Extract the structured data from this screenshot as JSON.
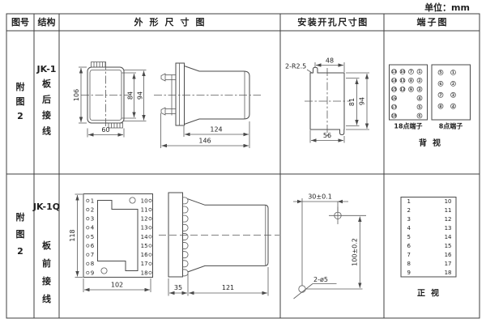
{
  "unit_label": "单位：mm",
  "header": {
    "col_fig": "图号",
    "col_structure": "结构",
    "col_outline": "外形尺寸图",
    "col_mounting": "安装开孔尺寸图",
    "col_terminal": "端子图"
  },
  "rows": [
    {
      "fig_no": "附图2",
      "model": "JK-1",
      "wiring": "板后接线",
      "outline": {
        "dim_height": "106",
        "dim_inner_height": "84",
        "dim_outer_height": "94",
        "dim_width": "60",
        "dim_body_length": "124",
        "dim_total_length": "146"
      },
      "mounting": {
        "slot_label": "2-R2.5",
        "dim_top": "48",
        "dim_inner": "81",
        "dim_outer": "94",
        "dim_bottom": "56"
      },
      "terminal": {
        "label_18": "18点端子",
        "label_8": "8点端子",
        "view_label": "背视",
        "t18_columns": [
          [
            "13",
            "14",
            "15",
            "16",
            "17",
            "18"
          ],
          [
            "10",
            "11",
            "12"
          ],
          [
            "7",
            "8",
            "9"
          ],
          [
            "1",
            "2",
            "3",
            "4",
            "5",
            "6"
          ]
        ],
        "t8_columns": [
          [
            "5",
            "6",
            "7",
            "8"
          ],
          [
            "1",
            "2",
            "3",
            "4"
          ]
        ]
      }
    },
    {
      "fig_no": "附图2",
      "model": "JK-1Q",
      "wiring": "板前接线",
      "outline": {
        "dim_height": "118",
        "dim_width": "102",
        "dim_flange": "35",
        "dim_body": "121",
        "left_terminals": [
          "1",
          "2",
          "3",
          "4",
          "5",
          "6",
          "7",
          "8",
          "9"
        ],
        "right_terminals": [
          "10",
          "11",
          "12",
          "13",
          "14",
          "15",
          "16",
          "17",
          "18"
        ]
      },
      "mounting": {
        "dim_horizontal": "30±0.1",
        "dim_vertical": "100±0.2",
        "hole_label": "2-ø5"
      },
      "terminal": {
        "left": [
          "1",
          "2",
          "3",
          "4",
          "5",
          "6",
          "7",
          "8",
          "9"
        ],
        "right": [
          "10",
          "11",
          "12",
          "13",
          "14",
          "15",
          "16",
          "17",
          "18"
        ],
        "view_label": "正视"
      }
    }
  ]
}
